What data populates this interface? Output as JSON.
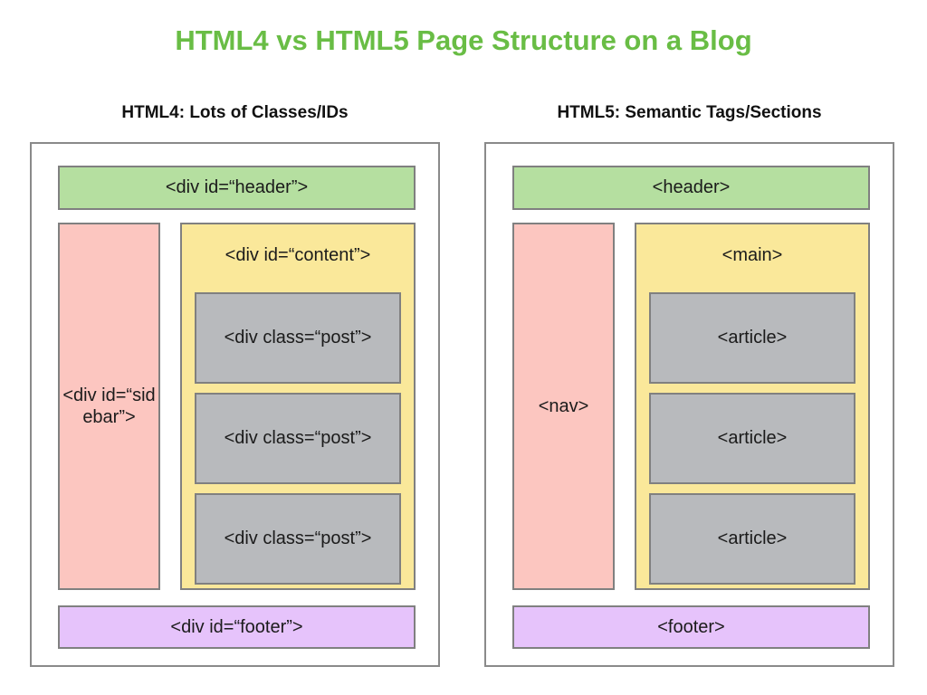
{
  "slide": {
    "title": "HTML4 vs HTML5 Page Structure on a Blog",
    "title_color": "#69bd45"
  },
  "colors": {
    "header": "#b5dfa0",
    "sidebar": "#fcc6c0",
    "content": "#fae89a",
    "post": "#b8babd",
    "footer": "#e6c3fb",
    "border": "#808080",
    "panel_border": "#8a8a8a",
    "text": "#1b1b1b",
    "background": "#ffffff"
  },
  "columns": [
    {
      "id": "html4",
      "heading": "HTML4: Lots of Classes/IDs",
      "header_label": "<div id=“header”>",
      "sidebar_label": "<div id=“sidebar”>",
      "content_label": "<div id=“content”>",
      "posts": [
        "<div class=“post”>",
        "<div class=“post”>",
        "<div class=“post”>"
      ],
      "footer_label": "<div id=“footer”>"
    },
    {
      "id": "html5",
      "heading": "HTML5: Semantic Tags/Sections",
      "header_label": "<header>",
      "sidebar_label": "<nav>",
      "content_label": "<main>",
      "posts": [
        "<article>",
        "<article>",
        "<article>"
      ],
      "footer_label": "<footer>"
    }
  ]
}
